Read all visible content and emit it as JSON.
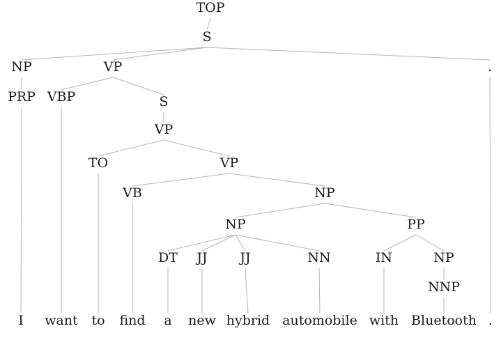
{
  "diagram": {
    "type": "parse-tree",
    "nodes": [
      {
        "id": "top",
        "label": "TOP",
        "parent": null
      },
      {
        "id": "s1",
        "label": "S",
        "parent": "top"
      },
      {
        "id": "np1",
        "label": "NP",
        "parent": "s1"
      },
      {
        "id": "vp1",
        "label": "VP",
        "parent": "s1"
      },
      {
        "id": "punct-tag",
        "label": ".",
        "parent": "s1"
      },
      {
        "id": "prp",
        "label": "PRP",
        "parent": "np1"
      },
      {
        "id": "vbp",
        "label": "VBP",
        "parent": "vp1"
      },
      {
        "id": "s2",
        "label": "S",
        "parent": "vp1"
      },
      {
        "id": "vp2",
        "label": "VP",
        "parent": "s2"
      },
      {
        "id": "to",
        "label": "TO",
        "parent": "vp2"
      },
      {
        "id": "vp3",
        "label": "VP",
        "parent": "vp2"
      },
      {
        "id": "vb",
        "label": "VB",
        "parent": "vp3"
      },
      {
        "id": "np2",
        "label": "NP",
        "parent": "vp3"
      },
      {
        "id": "np3",
        "label": "NP",
        "parent": "np2"
      },
      {
        "id": "pp",
        "label": "PP",
        "parent": "np2"
      },
      {
        "id": "dt",
        "label": "DT",
        "parent": "np3"
      },
      {
        "id": "jj1",
        "label": "JJ",
        "parent": "np3"
      },
      {
        "id": "jj2",
        "label": "JJ",
        "parent": "np3"
      },
      {
        "id": "nn",
        "label": "NN",
        "parent": "np3"
      },
      {
        "id": "in",
        "label": "IN",
        "parent": "pp"
      },
      {
        "id": "np4",
        "label": "NP",
        "parent": "pp"
      },
      {
        "id": "nnp",
        "label": "NNP",
        "parent": "np4"
      },
      {
        "id": "w1",
        "label": "I",
        "parent": "prp",
        "leaf": true
      },
      {
        "id": "w2",
        "label": "want",
        "parent": "vbp",
        "leaf": true
      },
      {
        "id": "w3",
        "label": "to",
        "parent": "to",
        "leaf": true
      },
      {
        "id": "w4",
        "label": "find",
        "parent": "vb",
        "leaf": true
      },
      {
        "id": "w5",
        "label": "a",
        "parent": "dt",
        "leaf": true
      },
      {
        "id": "w6",
        "label": "new",
        "parent": "jj1",
        "leaf": true
      },
      {
        "id": "w7",
        "label": "hybrid",
        "parent": "jj2",
        "leaf": true
      },
      {
        "id": "w8",
        "label": "automobile",
        "parent": "nn",
        "leaf": true
      },
      {
        "id": "w9",
        "label": "with",
        "parent": "in",
        "leaf": true
      },
      {
        "id": "w10",
        "label": "Bluetooth",
        "parent": "nnp",
        "leaf": true
      },
      {
        "id": "w11",
        "label": ".",
        "parent": "punct-tag",
        "leaf": true
      }
    ]
  }
}
